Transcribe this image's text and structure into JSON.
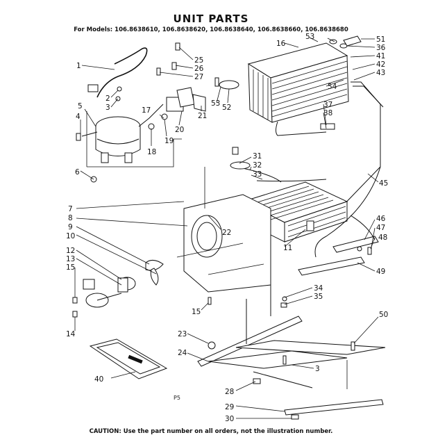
{
  "title": "UNIT PARTS",
  "models_line": "For Models: 106.8638610, 106.8638620, 106.8638640, 106.8638660, 106.8638680",
  "caution": "CAUTION: Use the part number on all orders, not the illustration number.",
  "figure_code": "P5",
  "callouts": [
    "1",
    "2",
    "3",
    "4",
    "5",
    "6",
    "7",
    "8",
    "9",
    "10",
    "11",
    "12",
    "13",
    "14",
    "15",
    "16",
    "17",
    "18",
    "19",
    "20",
    "21",
    "22",
    "23",
    "24",
    "25",
    "26",
    "27",
    "28",
    "29",
    "30",
    "31",
    "32",
    "33",
    "34",
    "35",
    "36",
    "37",
    "38",
    "40",
    "41",
    "42",
    "43",
    "45",
    "46",
    "47",
    "48",
    "49",
    "50",
    "51",
    "52",
    "53",
    "54"
  ]
}
